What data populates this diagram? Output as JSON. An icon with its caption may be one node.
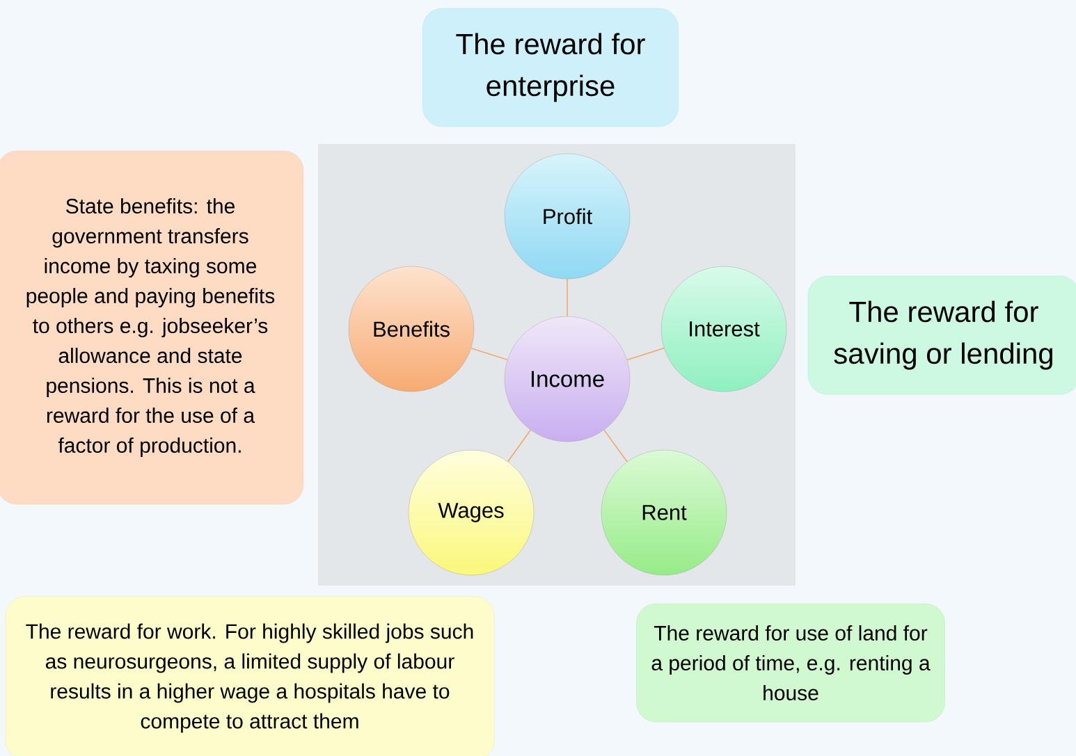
{
  "diagram": {
    "nodes": [
      {
        "text": [
          "The reward for enterprise"
        ]
      },
      {
        "text": [
          "State benefits: the government transfers income by taxing some people and paying benefits to others e.g. jobseeker’s allowance and state pensions. This is not a reward for the use of a factor of production."
        ]
      },
      {
        "text": [
          "Profit"
        ]
      },
      {
        "text": [
          "Benefits"
        ]
      },
      {
        "text": [
          "Interest"
        ]
      },
      {
        "text": [
          "Income"
        ]
      },
      {
        "text": [
          "The reward for saving or lending"
        ]
      },
      {
        "text": [
          "Wages"
        ]
      },
      {
        "text": [
          "Rent"
        ]
      },
      {
        "text": [
          "The reward for work. For highly skilled jobs such as neurosurgeons, a limited supply of labour results in a higher wage a hospitals have to compete to attract them"
        ]
      },
      {
        "text": [
          "The reward for use of land for a period of time, e.g. renting a house"
        ]
      }
    ],
    "edges": [
      {
        "from": 5,
        "to": 2,
        "arrow": "none"
      },
      {
        "from": 5,
        "to": 3,
        "arrow": "none"
      },
      {
        "from": 5,
        "to": 4,
        "arrow": "none"
      },
      {
        "from": 5,
        "to": 7,
        "arrow": "none"
      },
      {
        "from": 5,
        "to": 8,
        "arrow": "none"
      }
    ]
  }
}
